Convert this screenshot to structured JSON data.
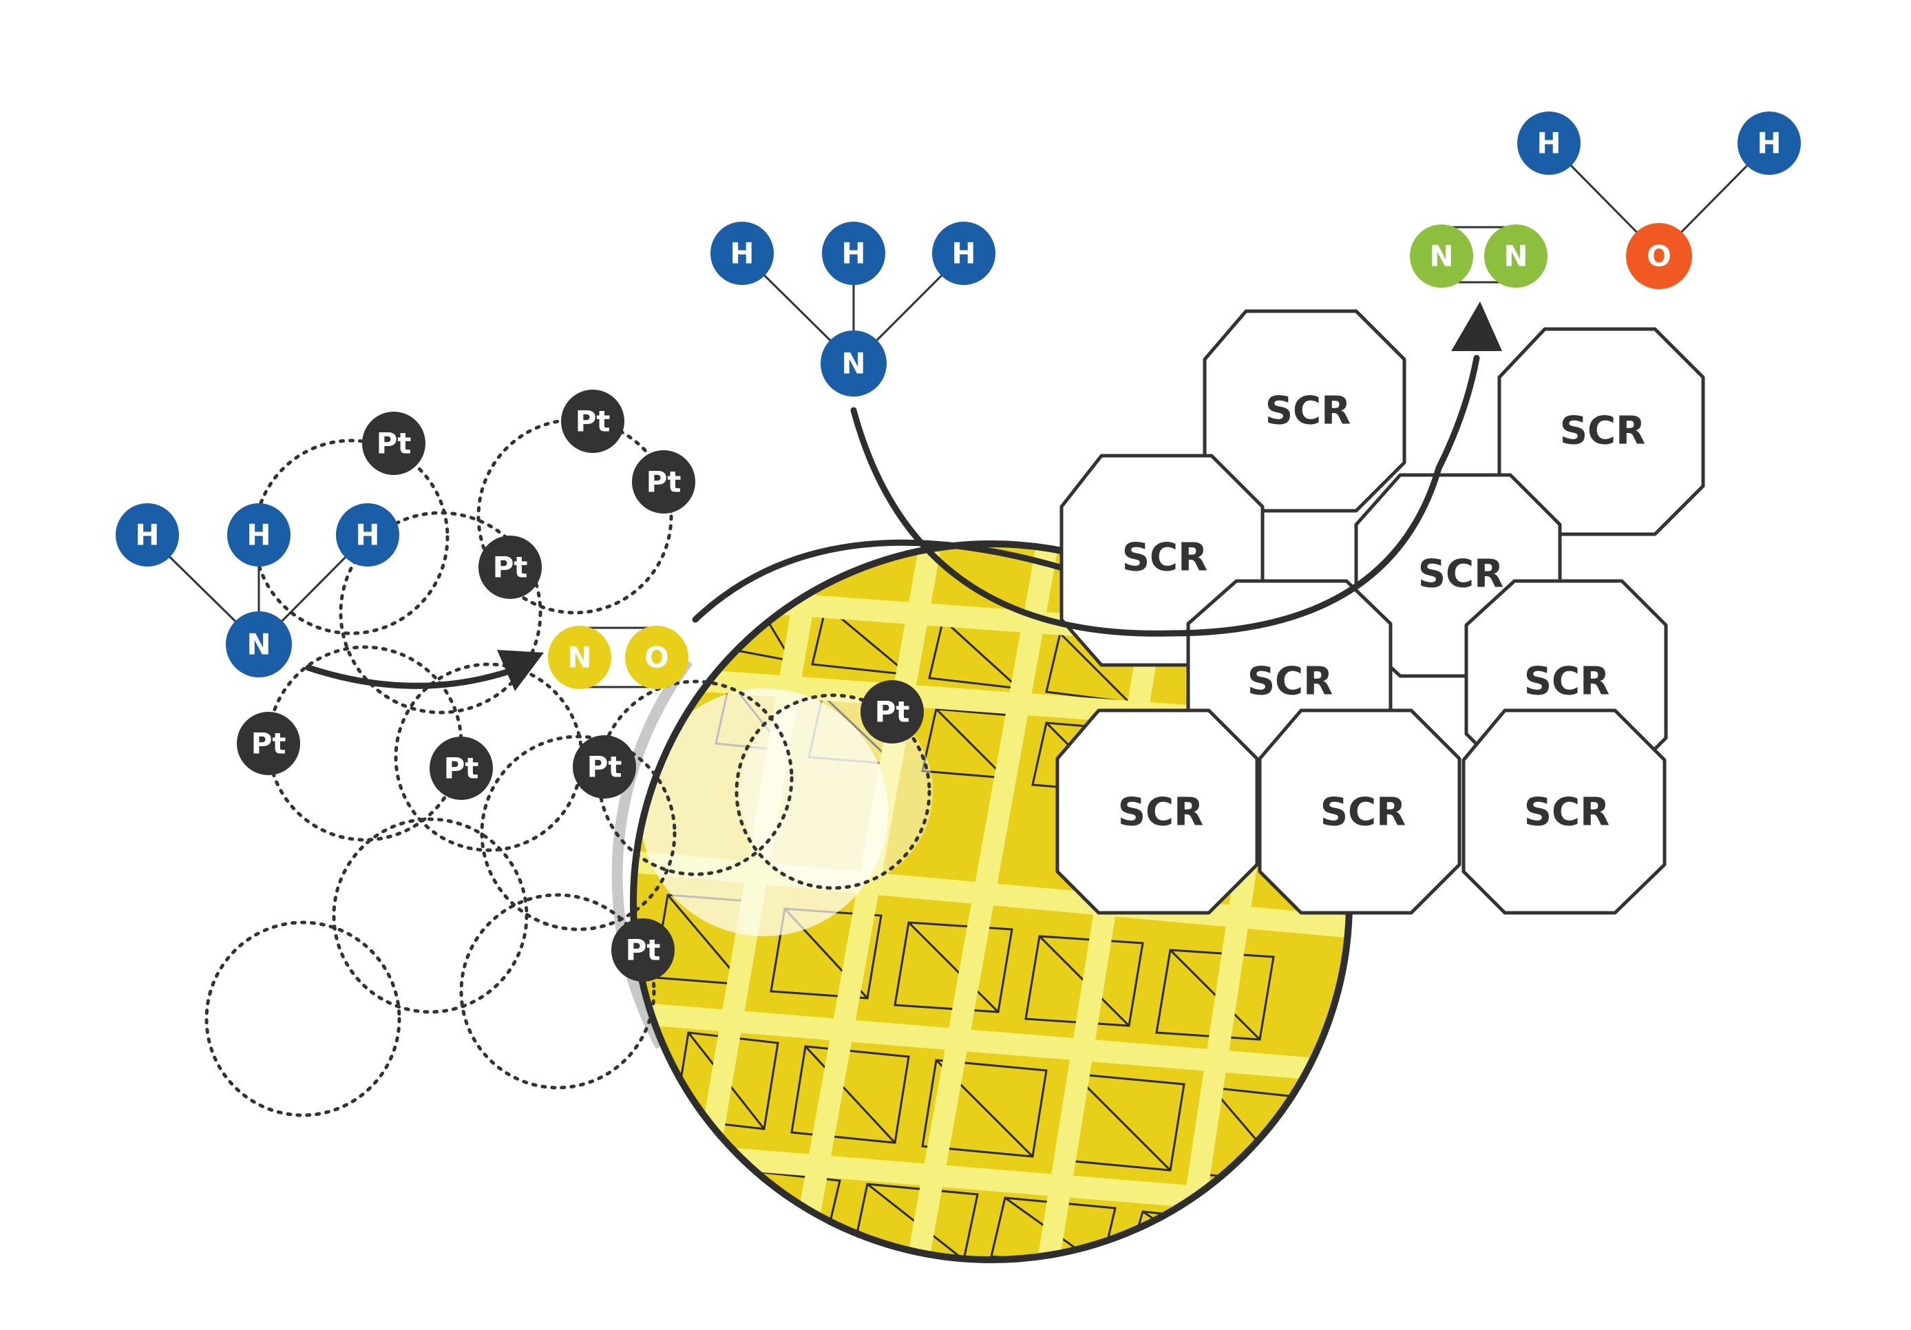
{
  "colors": {
    "hydrogen": "#1a5ea8",
    "nitrogen_blue": "#1a5ea8",
    "platinum": "#333333",
    "no_molecule": "#e8cf1a",
    "n2_molecule": "#8dbf3e",
    "oxygen_water": "#f05a22",
    "catalyst_fill": "#e8d01a",
    "catalyst_grid": "#f6f17e",
    "outline": "#2e2e2e"
  },
  "labels": {
    "hydrogen": "H",
    "nitrogen": "N",
    "oxygen": "O",
    "platinum": "Pt",
    "scr": "SCR"
  },
  "molecules": {
    "ammonia_left": "NH3",
    "nitric_oxide": "NO",
    "ammonia_top": "NH3",
    "nitrogen_gas": "N2",
    "water": "H2O"
  },
  "icons": {
    "flow_arrow_1": "curved-arrow-right",
    "flow_arrow_2": "curved-arc-arrow",
    "flow_arrow_3": "curved-arrow-up"
  }
}
